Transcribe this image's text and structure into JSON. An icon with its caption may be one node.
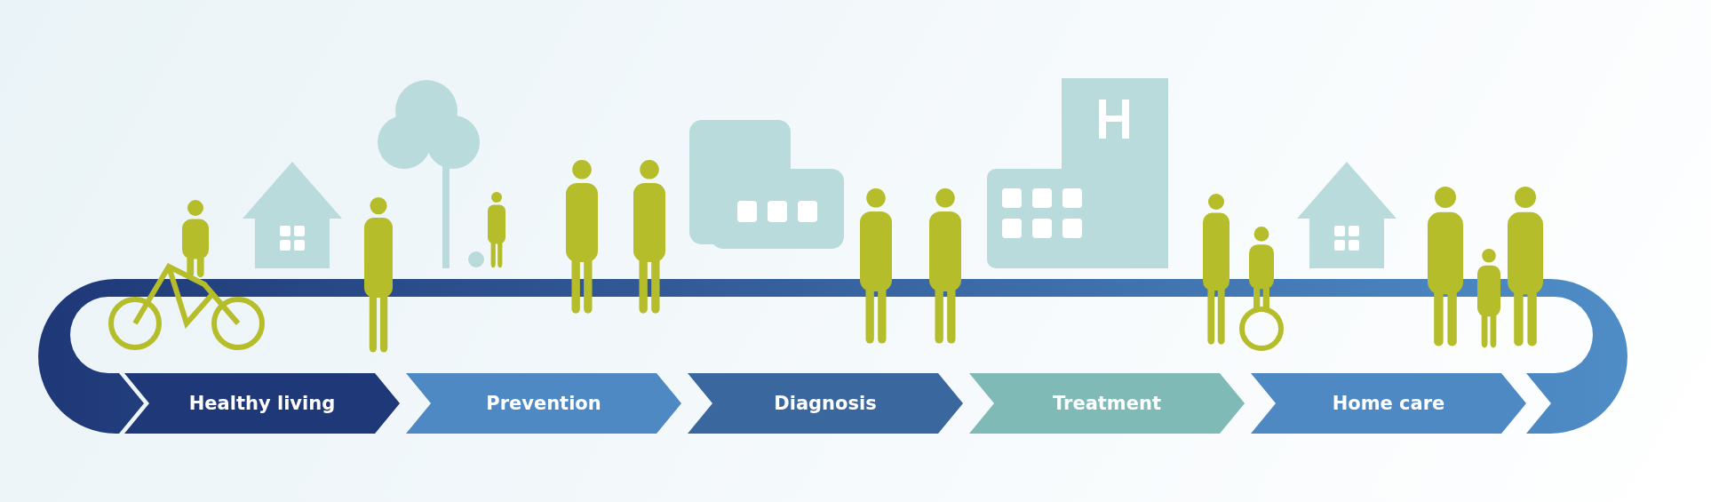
{
  "diagram": {
    "nodes": [
      {
        "text": [
          "Healthy living"
        ]
      },
      {
        "text": [
          "Prevention"
        ]
      },
      {
        "text": [
          "Diagnosis"
        ]
      },
      {
        "text": [
          "Treatment"
        ]
      },
      {
        "text": [
          "Home care"
        ]
      }
    ]
  }
}
